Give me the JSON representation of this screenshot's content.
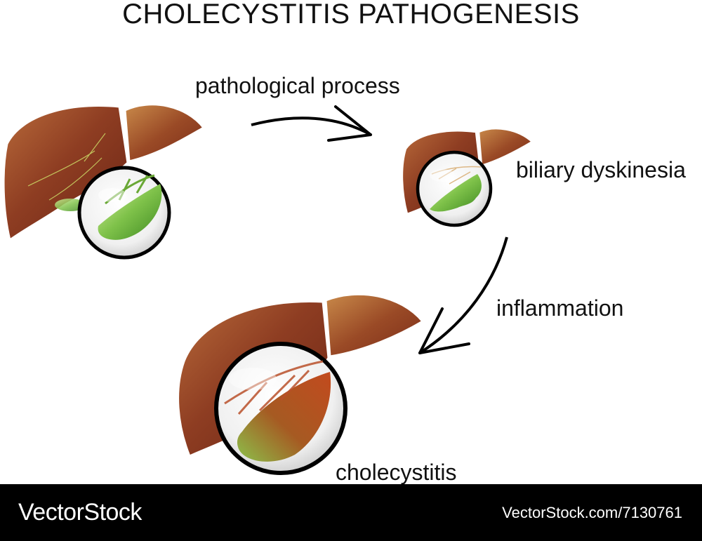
{
  "title": "CHOLECYSTITIS PATHOGENESIS",
  "labels": {
    "pathological_process": "pathological process",
    "biliary_dyskinesia": "biliary dyskinesia",
    "inflammation": "inflammation",
    "cholecystitis": "cholecystitis"
  },
  "footer": {
    "brand": "VectorStock",
    "image_id": "VectorStock.com/7130761"
  },
  "colors": {
    "liver": "#8a3a22",
    "gallbladder_healthy": "#7fc24a",
    "gallbladder_inflamed": "#c24a1e",
    "arrow": "#000000"
  }
}
